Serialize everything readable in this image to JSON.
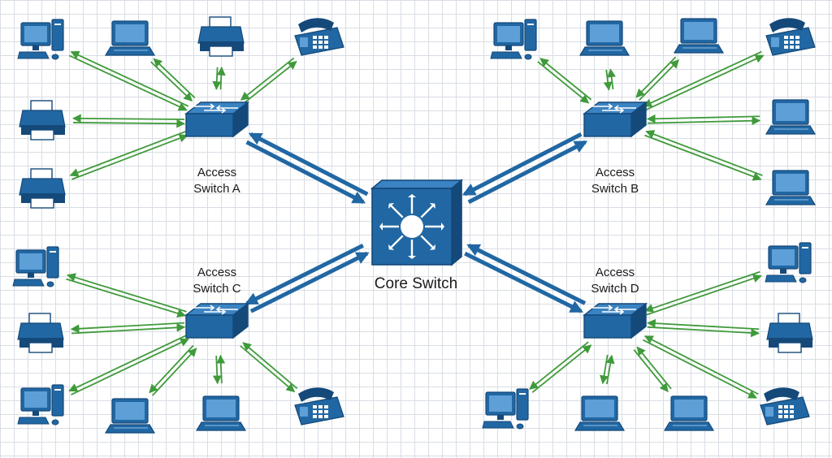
{
  "colors": {
    "device": "#2167a3",
    "device_dark": "#14497a",
    "uplink": "#2167a3",
    "access_link": "#3f9a3a"
  },
  "core": {
    "label": "Core Switch",
    "icon": "core-switch-icon"
  },
  "access_switches": [
    {
      "id": "a",
      "label_line1": "Access",
      "label_line2": "Switch A",
      "devices": [
        "desktop",
        "laptop",
        "printer",
        "phone",
        "printer",
        "printer"
      ]
    },
    {
      "id": "b",
      "label_line1": "Access",
      "label_line2": "Switch B",
      "devices": [
        "desktop",
        "laptop",
        "laptop",
        "phone",
        "laptop",
        "laptop"
      ]
    },
    {
      "id": "c",
      "label_line1": "Access",
      "label_line2": "Switch C",
      "devices": [
        "desktop",
        "printer",
        "desktop",
        "laptop",
        "laptop",
        "phone"
      ]
    },
    {
      "id": "d",
      "label_line1": "Access",
      "label_line2": "Switch D",
      "devices": [
        "desktop",
        "printer",
        "phone",
        "laptop",
        "laptop",
        "desktop"
      ]
    }
  ]
}
